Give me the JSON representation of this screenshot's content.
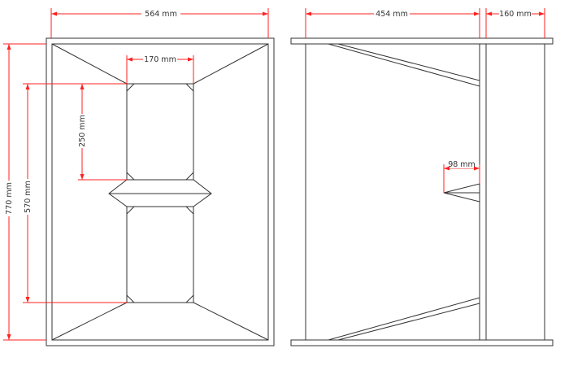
{
  "front_view": {
    "dim_overall_width": "564 mm",
    "dim_mouth_width": "170 mm",
    "dim_mouth_height": "250 mm",
    "dim_overall_height": "770 mm",
    "dim_inner_height": "570 mm"
  },
  "side_view": {
    "dim_horn_depth": "454 mm",
    "dim_chamber_depth": "160 mm",
    "dim_throat": "98 mm"
  },
  "colors": {
    "outline": "#333333",
    "dimension": "#ff2020",
    "background": "#ffffff"
  }
}
